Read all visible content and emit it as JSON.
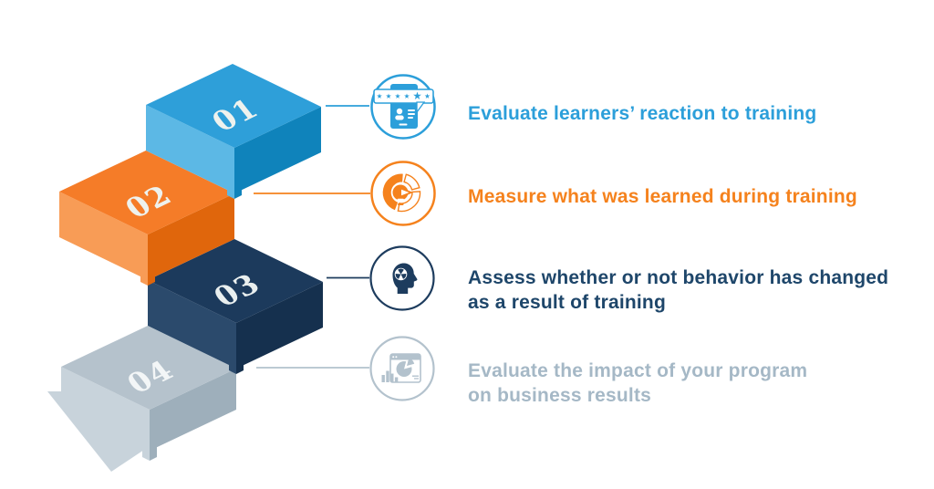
{
  "figure": {
    "kind": "training-evaluation-levels-infographic",
    "background": "#ffffff"
  },
  "steps": [
    {
      "num": "01",
      "label_lines": [
        "Evaluate learners’ reaction to training"
      ],
      "accent": "#2C9FDA",
      "text_color": "#2C9FDA",
      "icon": "tablet-rating-icon",
      "colors": {
        "top": "#2E9FD9",
        "light": "#5CB8E5",
        "dark": "#0F83BB",
        "number": "#EEF2EE"
      }
    },
    {
      "num": "02",
      "label_lines": [
        "Measure what was learned during training"
      ],
      "accent": "#F5821D",
      "text_color": "#F5821D",
      "icon": "donut-gauge-icon",
      "colors": {
        "top": "#F57C28",
        "light": "#F89C56",
        "dark": "#E0660C",
        "number": "#EEF2EE"
      }
    },
    {
      "num": "03",
      "label_lines": [
        "Assess whether or not behavior has changed",
        "as a result of training"
      ],
      "accent": "#1D3C5E",
      "text_color": "#1E466A",
      "icon": "head-knowledge-icon",
      "colors": {
        "top": "#1C3A5C",
        "light": "#2B4A6C",
        "dark": "#15304E",
        "number": "#E9EFEF"
      }
    },
    {
      "num": "04",
      "label_lines": [
        "Evaluate the impact of your program",
        "on business results"
      ],
      "accent": "#B3C2CD",
      "text_color": "#A5B8C6",
      "icon": "report-chart-icon",
      "colors": {
        "top": "#B5C2CC",
        "light": "#C8D3DB",
        "dark": "#9EAFBB",
        "number": "#F3F6F7"
      }
    }
  ]
}
